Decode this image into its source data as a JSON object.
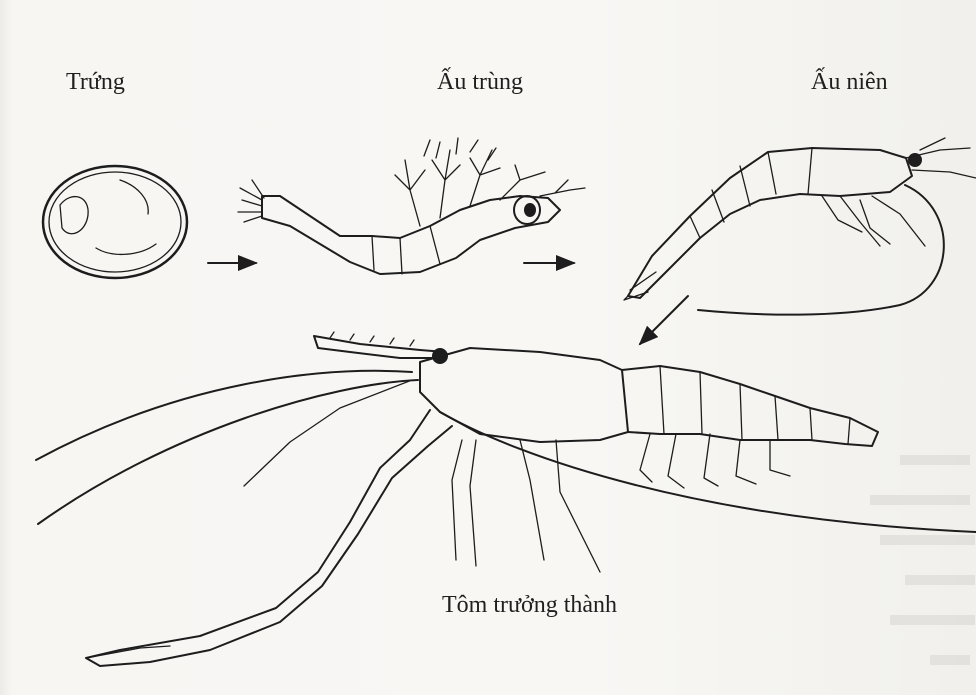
{
  "stages": {
    "egg": "Trứng",
    "larva": "Ấu trùng",
    "juvenile": "Ấu niên",
    "adult": "Tôm trưởng thành"
  },
  "colors": {
    "ink": "#1d1d1d",
    "paper": "#f6f5f2"
  }
}
